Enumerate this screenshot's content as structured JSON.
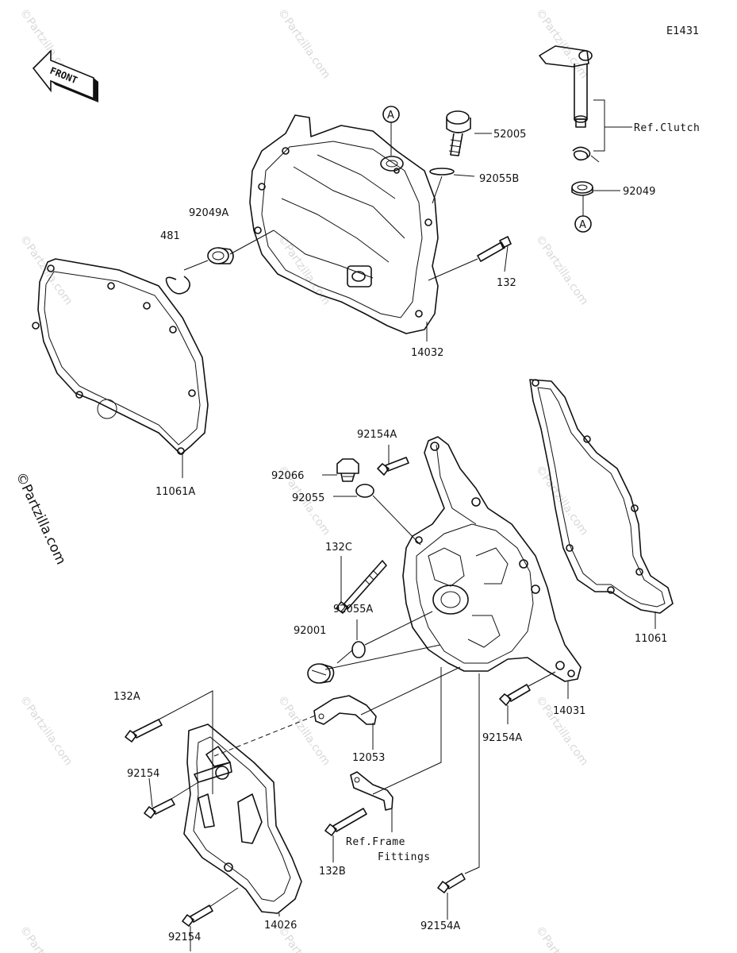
{
  "diagram_code": "E1431",
  "front_label": "FRONT",
  "brand_mark": "©Partzilla.com",
  "watermark": "©Partzilla.com",
  "reference_marker": "A",
  "labels": {
    "p52005": "52005",
    "p92055B": "92055B",
    "p92049": "92049",
    "refClutch": "Ref.Clutch",
    "p92049A": "92049A",
    "p481": "481",
    "p132": "132",
    "p14032": "14032",
    "p11061A": "11061A",
    "p92154A_top": "92154A",
    "p92066": "92066",
    "p92055": "92055",
    "p132C": "132C",
    "p92055A": "92055A",
    "p92001": "92001",
    "p11061": "11061",
    "p132A": "132A",
    "p14031": "14031",
    "p92154A_mid": "92154A",
    "p12053": "12053",
    "p92154_a": "92154",
    "refFrame1": "Ref.Frame",
    "refFrame2": "Fittings",
    "p132B": "132B",
    "p92154A_bot": "92154A",
    "p92154_b": "92154",
    "p14026": "14026"
  }
}
